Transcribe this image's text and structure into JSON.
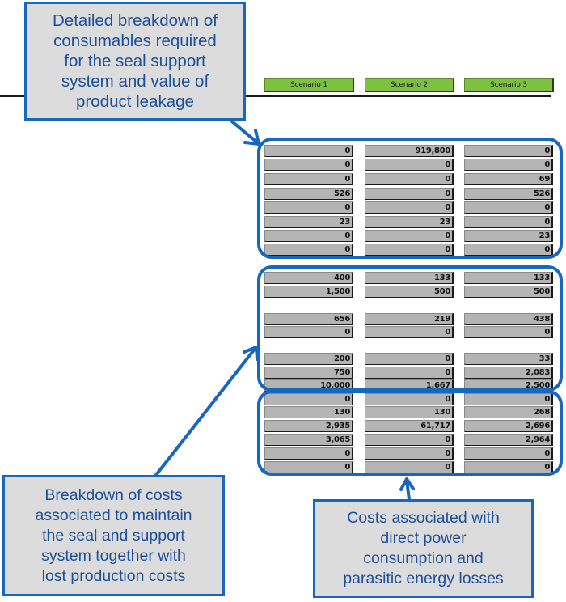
{
  "headers": [
    "Scenario 1",
    "Scenario 2",
    "Scenario 3"
  ],
  "groups": [
    {
      "name": "consumables",
      "rows": [
        [
          "0",
          "919,800",
          "0"
        ],
        [
          "0",
          "0",
          "0"
        ],
        [
          "0",
          "0",
          "69"
        ],
        [
          "526",
          "0",
          "526"
        ],
        [
          "0",
          "0",
          "0"
        ],
        [
          "23",
          "23",
          "0"
        ],
        [
          "0",
          "0",
          "23"
        ],
        [
          "0",
          "0",
          "0"
        ]
      ]
    },
    {
      "name": "maintenance",
      "rows": [
        [
          "400",
          "133",
          "133"
        ],
        [
          "1,500",
          "500",
          "500"
        ],
        [
          "656",
          "219",
          "438"
        ],
        [
          "0",
          "0",
          "0"
        ],
        [
          "200",
          "0",
          "33"
        ],
        [
          "750",
          "0",
          "2,083"
        ],
        [
          "10,000",
          "1,667",
          "2,500"
        ]
      ]
    },
    {
      "name": "energy",
      "rows": [
        [
          "0",
          "0",
          "0"
        ],
        [
          "130",
          "130",
          "268"
        ],
        [
          "2,935",
          "61,717",
          "2,696"
        ],
        [
          "3,065",
          "0",
          "2,964"
        ],
        [
          "0",
          "0",
          "0"
        ],
        [
          "0",
          "0",
          "0"
        ]
      ]
    }
  ],
  "callouts": {
    "consumables": "Detailed breakdown of\nconsumables required\nfor the seal support\nsystem and value of\nproduct leakage",
    "maintenance": "Breakdown of costs\nassociated to maintain\nthe seal and support\nsystem together with\nlost production costs",
    "energy": "Costs associated with\ndirect power\nconsumption and\nparasitic energy losses"
  },
  "colors": {
    "accent_blue": "#1767bf",
    "header_green": "#7cc142",
    "cell_gray": "#b4b4b4",
    "callout_bg": "#dcdcdc",
    "callout_text": "#1d4f9a"
  }
}
